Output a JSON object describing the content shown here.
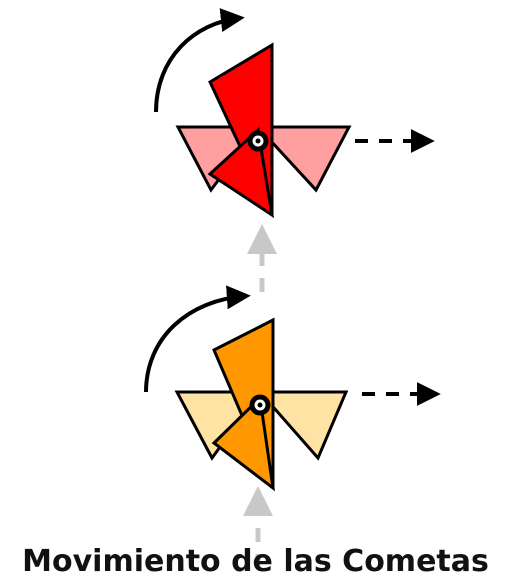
{
  "diagram": {
    "caption": "Movimiento de las Cometas"
  },
  "kites": [
    {
      "name": "top-kite",
      "colors": {
        "front": "#ff0000",
        "back": "#ff9fa0"
      }
    },
    {
      "name": "bottom-kite",
      "colors": {
        "front": "#ff9800",
        "back": "#ffe3a5"
      }
    }
  ],
  "connectors": {
    "gray": "#c8c8c8",
    "black": "#000000"
  },
  "icons": {
    "rotation_arrow": "curved-arrow-icon",
    "motion_arrow": "dashed-right-arrow-icon",
    "upward_arrow": "dashed-up-arrow-icon"
  }
}
